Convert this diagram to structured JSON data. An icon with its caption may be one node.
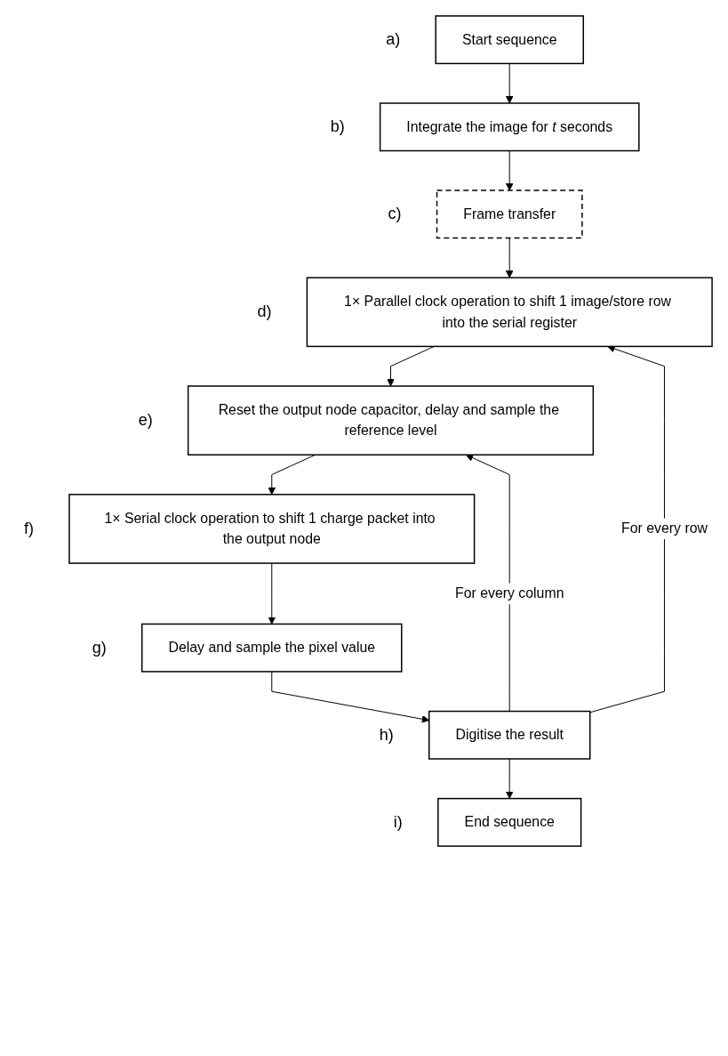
{
  "diagram": {
    "nodes": [
      {
        "text": [
          "Start sequence"
        ],
        "beside": [
          "a)"
        ]
      },
      {
        "text": [
          "Integrate the image for *t* seconds"
        ],
        "beside": [
          "b)"
        ]
      },
      {
        "text": [
          "Frame transfer"
        ],
        "beside": [
          "c)"
        ]
      },
      {
        "text": [
          "1× Parallel clock operation to shift 1 image/store row into the serial register"
        ],
        "beside": [
          "d)"
        ]
      },
      {
        "text": [
          "Reset the output node capacitor, delay and sample the reference level"
        ],
        "beside": [
          "e)"
        ]
      },
      {
        "text": [
          "1× Serial clock operation to shift 1 charge packet into the output node"
        ],
        "beside": [
          "f)"
        ]
      },
      {
        "text": [
          "Delay and sample the pixel value"
        ],
        "beside": [
          "g)"
        ]
      },
      {
        "text": [
          "Digitise the result"
        ],
        "beside": [
          "h)"
        ]
      },
      {
        "text": [
          "End sequence"
        ],
        "beside": [
          "i)"
        ]
      }
    ],
    "edges": [
      {
        "from": 0,
        "to": 1,
        "arrow": "to"
      },
      {
        "from": 1,
        "to": 2,
        "arrow": "to"
      },
      {
        "from": 2,
        "to": 3,
        "arrow": "to"
      },
      {
        "from": 3,
        "to": 4,
        "arrow": "to"
      },
      {
        "from": 4,
        "to": 5,
        "arrow": "to"
      },
      {
        "from": 5,
        "to": 6,
        "arrow": "to"
      },
      {
        "from": 6,
        "to": 7,
        "arrow": "to"
      },
      {
        "from": 7,
        "to": 4,
        "arrow": "to",
        "label": "For every column"
      },
      {
        "from": 7,
        "to": 3,
        "arrow": "to",
        "label": "For every row"
      },
      {
        "from": 7,
        "to": 8,
        "arrow": "to"
      }
    ]
  }
}
